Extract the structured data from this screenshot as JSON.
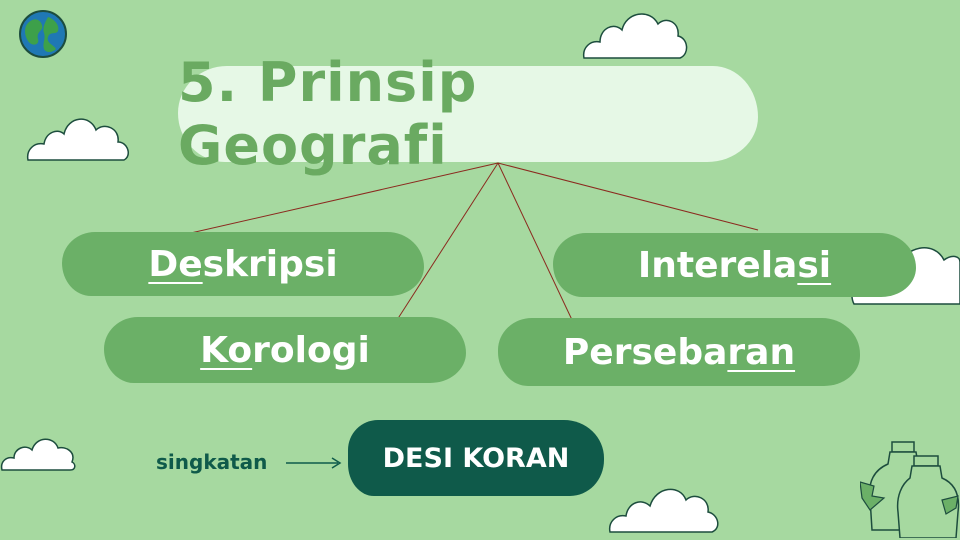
{
  "title": "5. Prinsip Geografi",
  "principles": [
    {
      "pre": "",
      "under": "De",
      "post": "skripsi"
    },
    {
      "pre": "",
      "under": "Ko",
      "post": "rologi"
    },
    {
      "pre": "Interela",
      "under": "si",
      "post": ""
    },
    {
      "pre": "Perseba",
      "under": "ran",
      "post": ""
    }
  ],
  "abbreviation_label": "singkatan",
  "abbreviation": "DESI KORAN",
  "icons": [
    "globe-icon",
    "cloud-icon",
    "glass-bottles-icon",
    "arrow-right-icon"
  ],
  "colors": {
    "background": "#a6d9a0",
    "title_bubble": "#e6f8e6",
    "title_text": "#6aaa61",
    "pill": "#6bb067",
    "dark_teal": "#0f5a4a",
    "connector": "#8b2a1f"
  }
}
